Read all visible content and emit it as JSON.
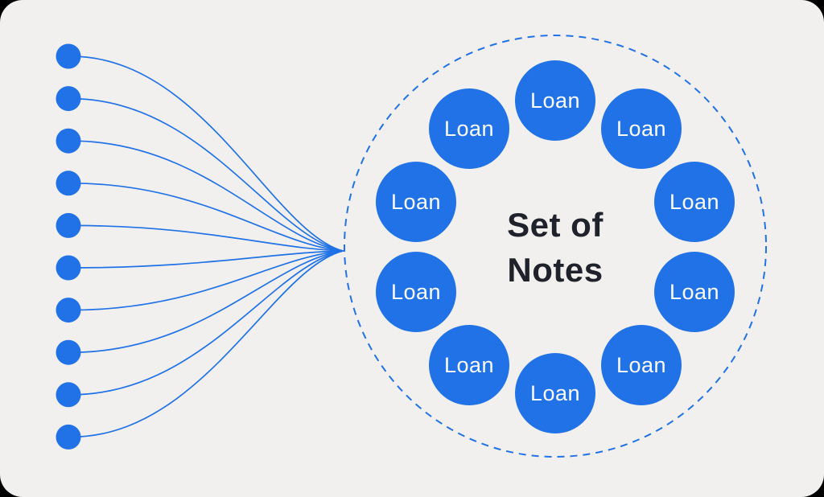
{
  "diagram": {
    "center_label": {
      "line1": "Set of",
      "line2": "Notes"
    },
    "ring": {
      "circles": [
        {
          "label": "Loan"
        },
        {
          "label": "Loan"
        },
        {
          "label": "Loan"
        },
        {
          "label": "Loan"
        },
        {
          "label": "Loan"
        },
        {
          "label": "Loan"
        },
        {
          "label": "Loan"
        },
        {
          "label": "Loan"
        },
        {
          "label": "Loan"
        },
        {
          "label": "Loan"
        }
      ]
    },
    "left_dots": {
      "count": 10
    },
    "colors": {
      "accent_blue": "#2172e6",
      "panel_background": "#f1f0ee",
      "heading_text": "#1f222a",
      "loan_text": "#fdfdfe"
    }
  }
}
